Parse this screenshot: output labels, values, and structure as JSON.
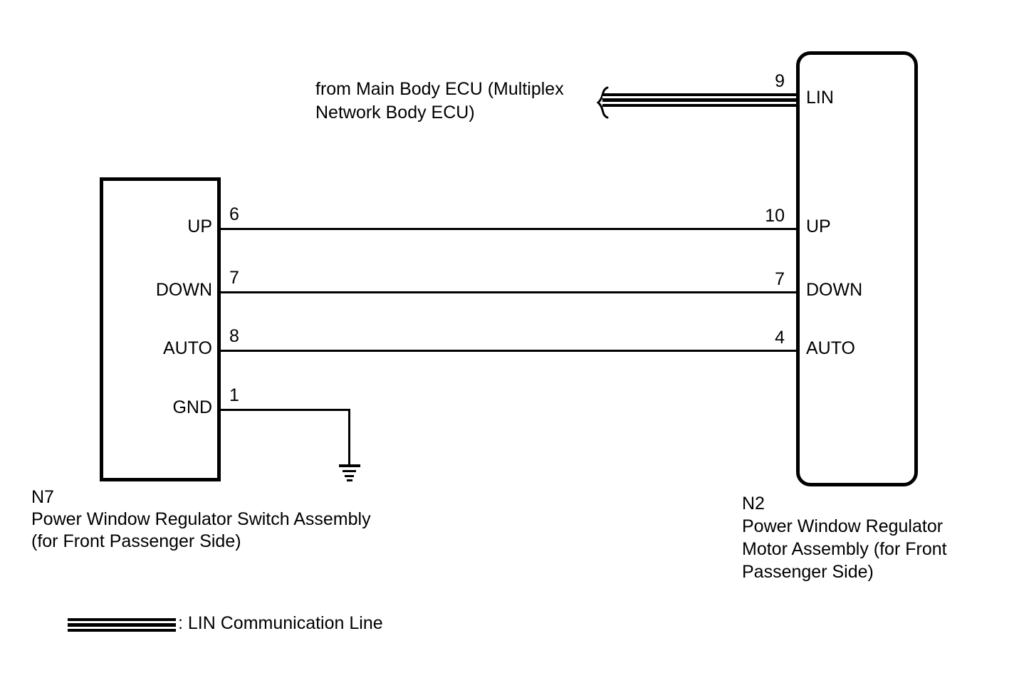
{
  "ecu_note": {
    "line1": "from Main Body ECU (Multiplex",
    "line2": "Network Body ECU)"
  },
  "switch_assembly": {
    "code": "N7",
    "label_line1": "Power Window Regulator Switch Assembly",
    "label_line2": "(for Front Passenger Side)",
    "pins": [
      {
        "number": "6",
        "label": "UP"
      },
      {
        "number": "7",
        "label": "DOWN"
      },
      {
        "number": "8",
        "label": "AUTO"
      },
      {
        "number": "1",
        "label": "GND"
      }
    ]
  },
  "motor_assembly": {
    "code": "N2",
    "label_line1": "Power Window Regulator",
    "label_line2": "Motor Assembly (for Front",
    "label_line3": "Passenger Side)",
    "pins": [
      {
        "number": "9",
        "label": "LIN"
      },
      {
        "number": "10",
        "label": "UP"
      },
      {
        "number": "7",
        "label": "DOWN"
      },
      {
        "number": "4",
        "label": "AUTO"
      }
    ]
  },
  "legend": {
    "label": ": LIN Communication Line"
  },
  "colors": {
    "line": "#000000",
    "background": "#ffffff"
  }
}
